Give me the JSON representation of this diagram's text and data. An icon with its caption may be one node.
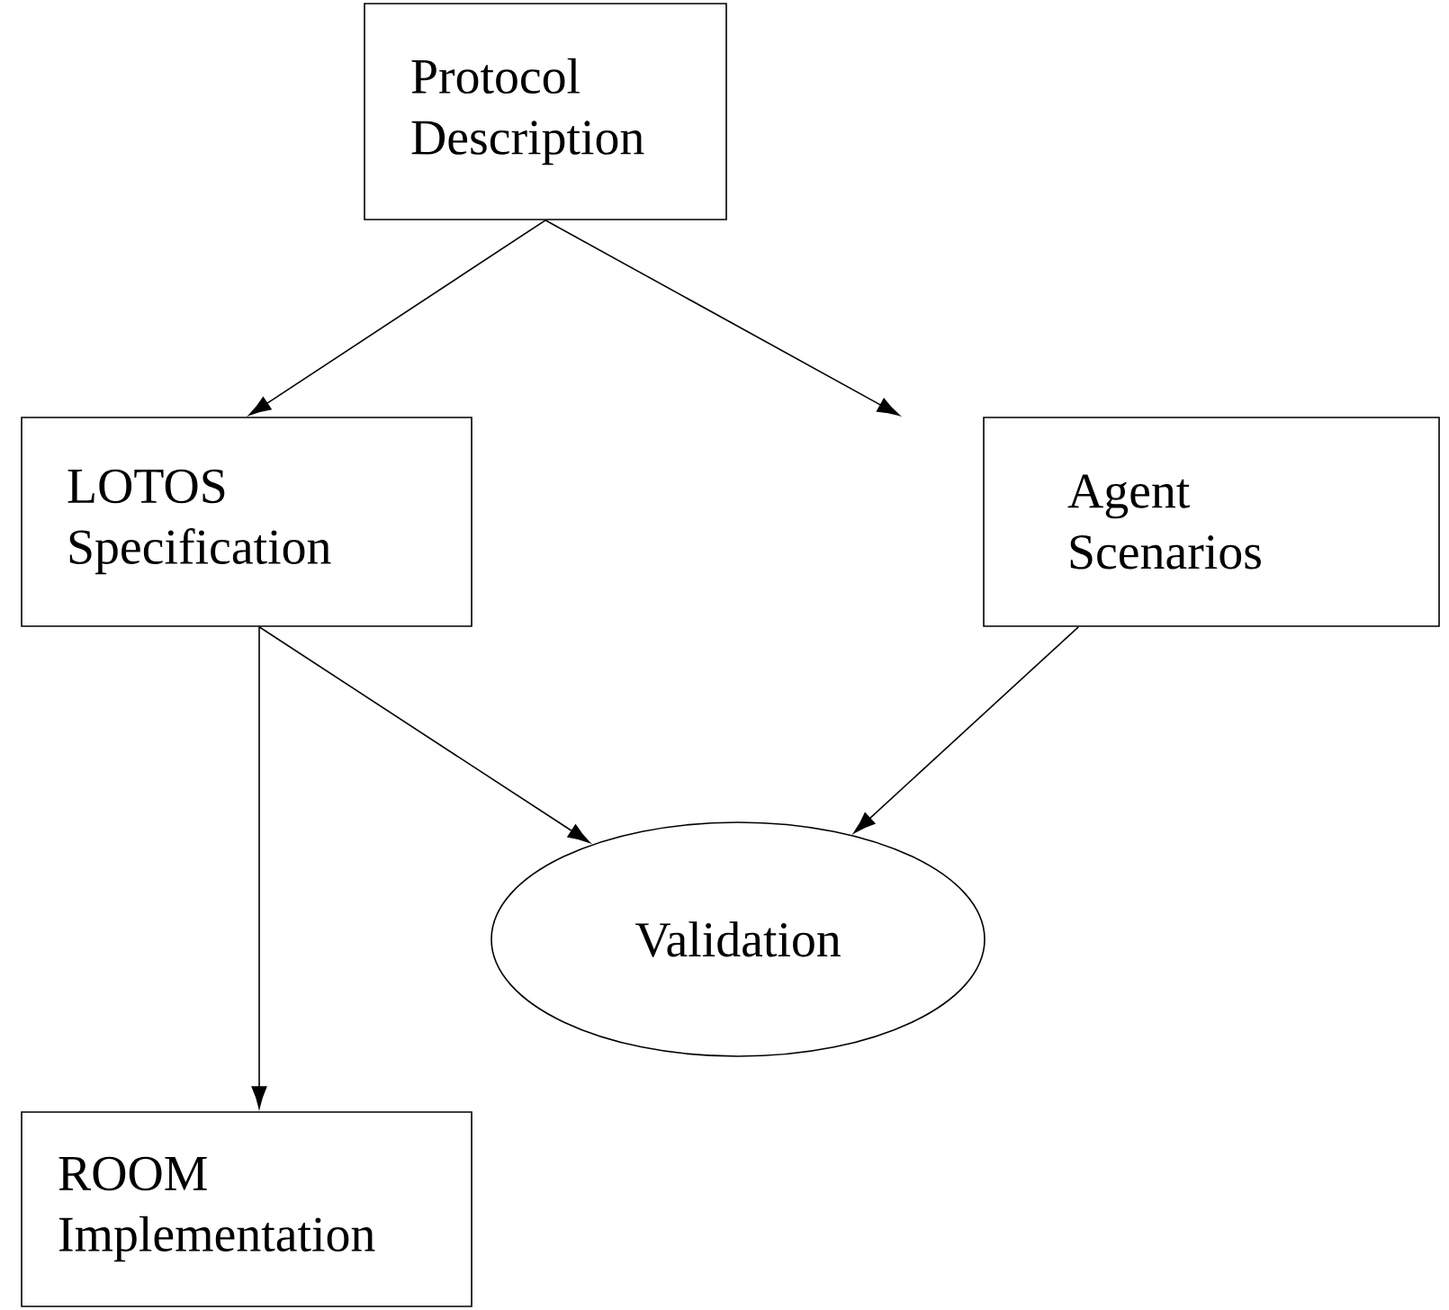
{
  "diagram": {
    "nodes": [
      {
        "text": [
          "Protocol Description"
        ]
      },
      {
        "text": [
          "LOTOS Specification"
        ]
      },
      {
        "text": [
          "Agent Scenarios"
        ]
      },
      {
        "text": [
          "Validation"
        ]
      },
      {
        "text": [
          "ROOM Implementation"
        ]
      }
    ],
    "edges": [
      {
        "from": 0,
        "to": 1,
        "arrow": "to"
      },
      {
        "from": 0,
        "to": 2,
        "arrow": "to"
      },
      {
        "from": 1,
        "to": 3,
        "arrow": "to"
      },
      {
        "from": 2,
        "to": 3,
        "arrow": "to"
      },
      {
        "from": 1,
        "to": 4,
        "arrow": "to"
      }
    ]
  }
}
